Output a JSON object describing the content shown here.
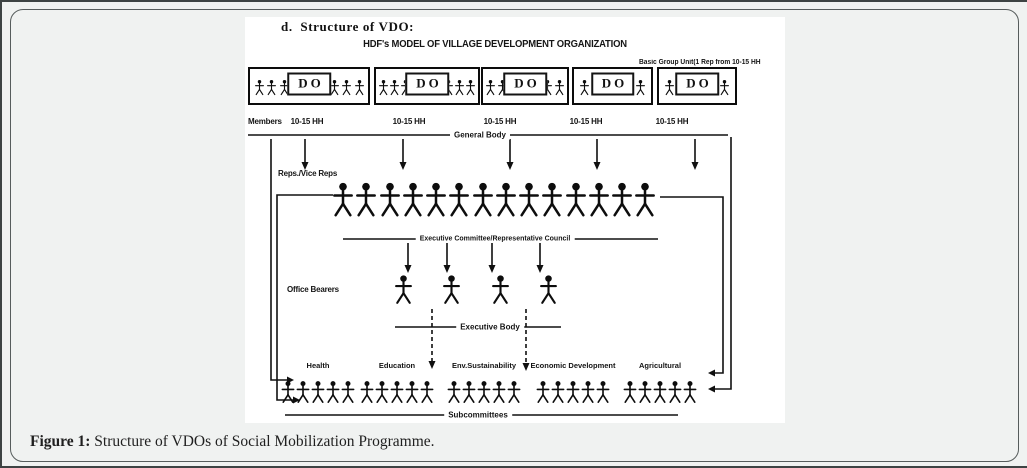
{
  "caption": {
    "prefix": "Figure 1:",
    "text": " Structure of VDOs of Social Mobilization Programme."
  },
  "figure": {
    "heading": "d.  Structure of VDO:",
    "title": "HDF's MODEL OF VILLAGE DEVELOPMENT ORGANIZATION",
    "note": "Basic Group Unit(1 Rep from 10-15 HH",
    "do_label": "DO",
    "members_label": "Members",
    "hh_labels": [
      "10-15 HH",
      "10-15 HH",
      "10-15 HH",
      "10-15 HH",
      "10-15 HH"
    ],
    "general_body": "General Body",
    "reps": "Reps./Vice Reps",
    "council": "Executive Committee/Representative Council",
    "office_bearers": "Office Bearers",
    "executive_body": "Executive Body",
    "subcommittees_label": "Subcommittees",
    "subcommittees": [
      {
        "name": "Health"
      },
      {
        "name": "Education"
      },
      {
        "name": "Env.Sustainability"
      },
      {
        "name": "Economic Development"
      },
      {
        "name": "Agricultural"
      }
    ]
  }
}
